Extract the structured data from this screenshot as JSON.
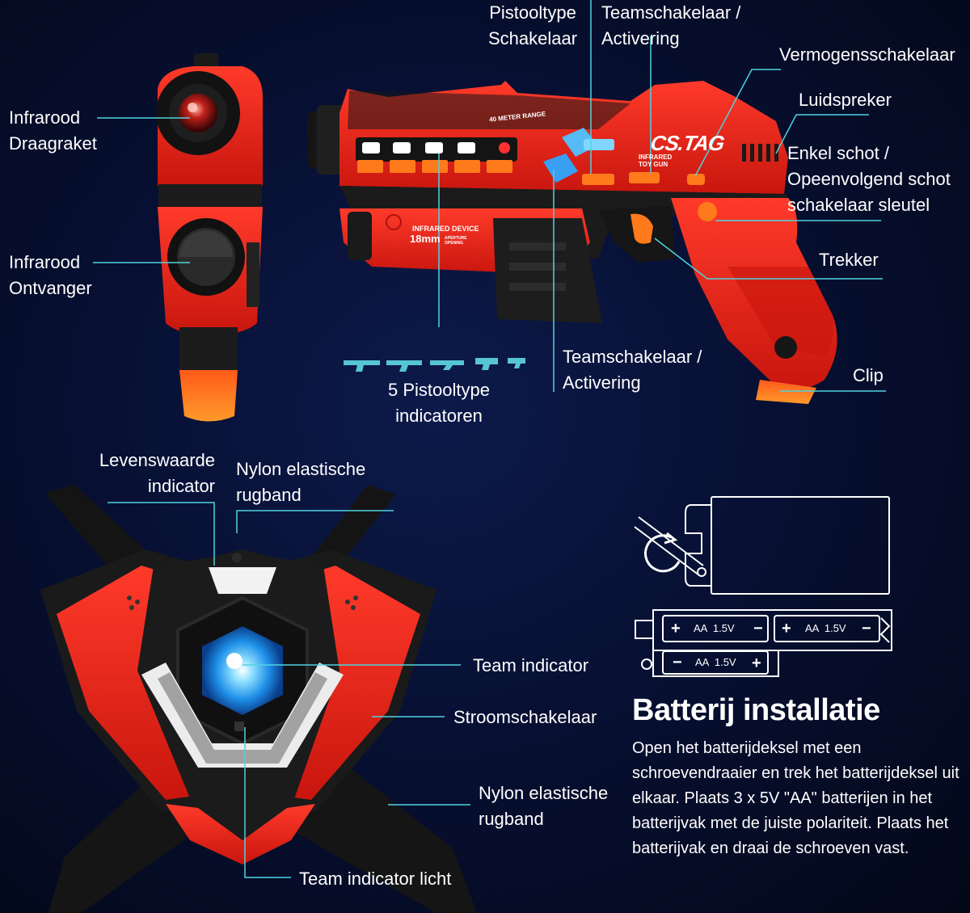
{
  "labels": {
    "pistol_type_switch": [
      "Pistooltype",
      "Schakelaar"
    ],
    "team_switch_top": [
      "Teamschakelaar /",
      "Activering"
    ],
    "power_switch": "Vermogensschakelaar",
    "speaker": "Luidspreker",
    "fire_mode": [
      "Enkel schot /",
      "Opeenvolgend schot",
      "schakelaar sleutel"
    ],
    "trigger": "Trekker",
    "clip": "Clip",
    "team_switch_bottom": [
      "Teamschakelaar /",
      "Activering"
    ],
    "pistol_indicators": [
      "5 Pistooltype",
      "indicatoren"
    ],
    "ir_launcher": [
      "Infrarood",
      "Draagraket"
    ],
    "ir_receiver": [
      "Infrarood",
      "Ontvanger"
    ],
    "life_indicator": [
      "Levenswaarde",
      "indicator"
    ],
    "nylon_strap_top": [
      "Nylon elastische",
      "rugband"
    ],
    "team_indicator": "Team indicator",
    "power_switch_vest": "Stroomschakelaar",
    "nylon_strap_bottom": [
      "Nylon elastische",
      "rugband"
    ],
    "team_indicator_light": "Team indicator licht"
  },
  "gun_markings": {
    "brand": "CS.TAG",
    "sub": [
      "INFRARED",
      "TOY GUN"
    ],
    "range": "40 METER RANGE",
    "device": "INFRARED DEVICE",
    "aperture": "18mm",
    "aperture_note": [
      "APERTURE",
      "OPENING"
    ]
  },
  "battery": {
    "title": "Batterij installatie",
    "cell_label": "AA  1.5V",
    "text": "Open het batterijdeksel met een schroevendraaier en trek het batterijdeksel uit elkaar. Plaats 3 x 5V \"AA\" batterijen in het batterijvak met de juiste polariteit. Plaats het batterijvak en draai de schroeven vast."
  },
  "colors": {
    "background": "#071033",
    "leader_line": "#4fd3e0",
    "gun_red": "#e0261c",
    "dark_body": "#1d1d1f",
    "accent_orange": "#ff7a1a",
    "team_blue": "#3fb8ff"
  }
}
